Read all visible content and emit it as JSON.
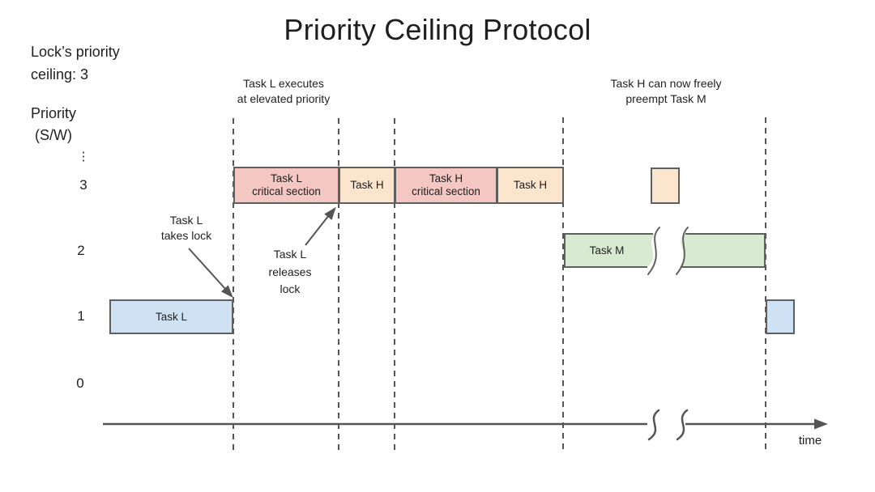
{
  "title": "Priority Ceiling Protocol",
  "left_panel": {
    "lock_note": "Lock’s priority\nceiling: 3",
    "y_axis_label": "Priority\n(S/W)",
    "y_axis_ellipsis": "⋮",
    "ticks": {
      "t3": "3",
      "t2": "2",
      "t1": "1",
      "t0": "0"
    }
  },
  "annotations": {
    "elevated": "Task L executes\nat elevated priority",
    "preempt": "Task H can now freely\npreempt Task M",
    "takes_lock": "Task L\ntakes lock",
    "releases_lock": "Task L\nreleases\nlock"
  },
  "bars": {
    "task_l_critical_section": "Task L\ncritical section",
    "task_h_after_l_cs": "Task H",
    "task_h_critical_section": "Task H\ncritical section",
    "task_h_after_h_cs": "Task H",
    "task_m": "Task M",
    "task_l": "Task L"
  },
  "x_axis": {
    "label": "time"
  },
  "colors": {
    "task_l_fill": "#cfe2f3",
    "task_h_fill": "#fce5cd",
    "critical_section_fill": "#f4c7c3",
    "task_m_fill": "#d9ead3",
    "outline": "#5f5f5f",
    "line": "#555555",
    "text": "#1f1f1f"
  }
}
